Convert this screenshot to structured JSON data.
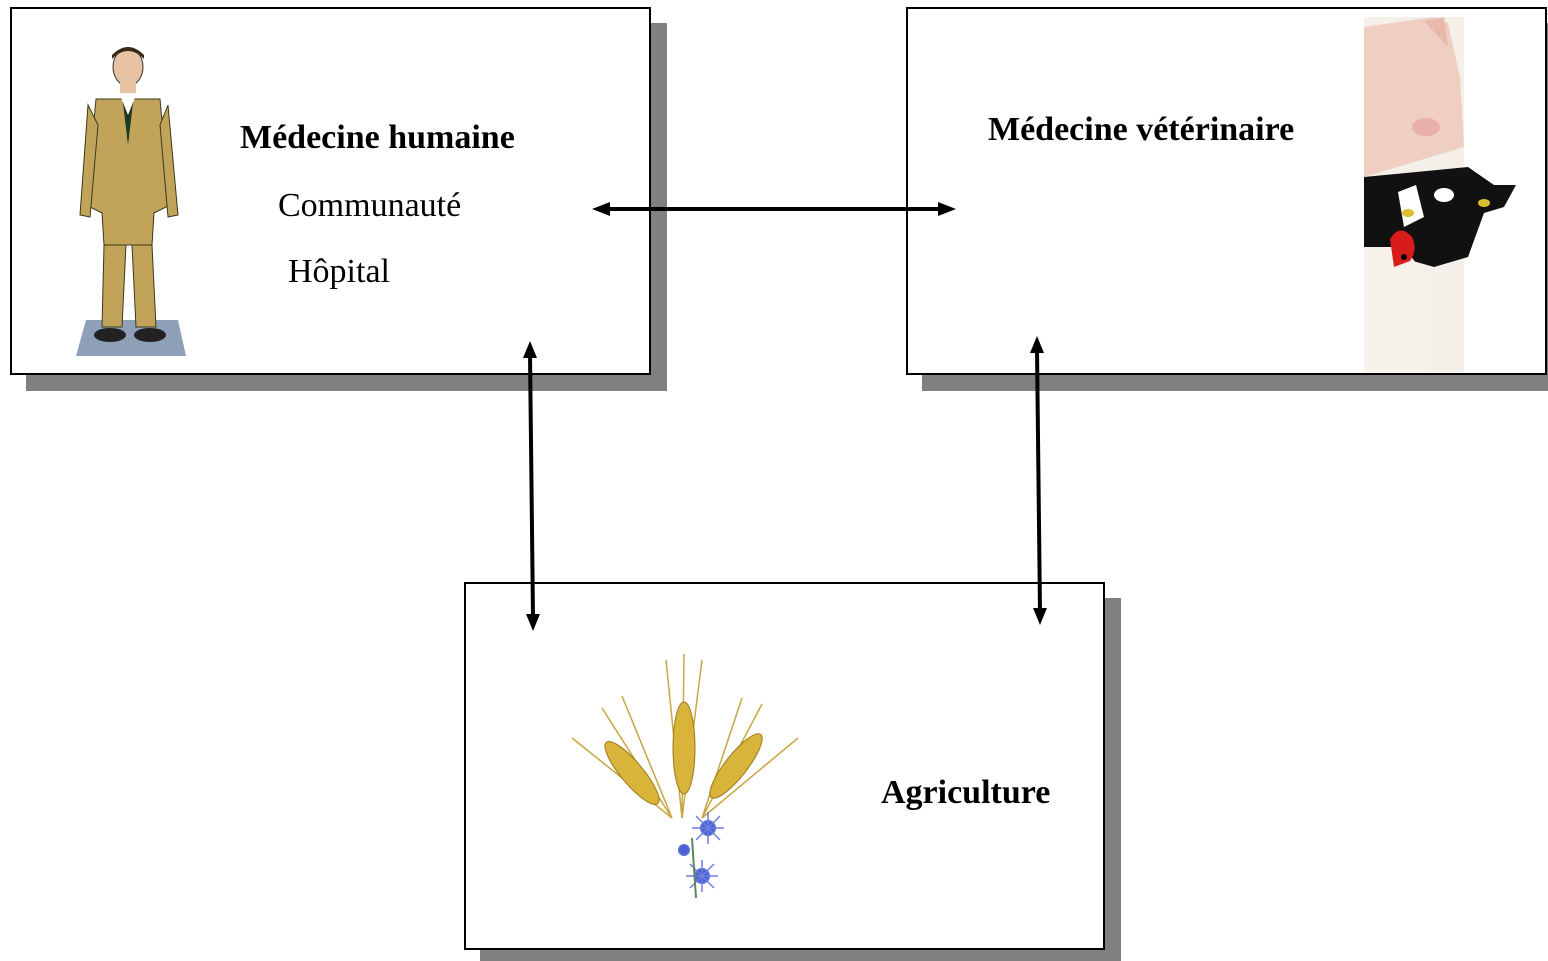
{
  "nodes": {
    "human": {
      "title": "Médecine humaine",
      "items": [
        "Communauté",
        "Hôpital"
      ]
    },
    "vet": {
      "title": "Médecine vétérinaire"
    },
    "agri": {
      "title": "Agriculture"
    }
  },
  "colors": {
    "border": "#000000",
    "shadow": "#808080",
    "arrow": "#000000"
  },
  "edges": [
    {
      "from": "human",
      "to": "vet",
      "direction": "both"
    },
    {
      "from": "human",
      "to": "agri",
      "direction": "both"
    },
    {
      "from": "vet",
      "to": "agri",
      "direction": "both"
    }
  ],
  "icons": [
    "man-in-suit-icon",
    "farm-animals-icon",
    "wheat-flowers-icon"
  ]
}
